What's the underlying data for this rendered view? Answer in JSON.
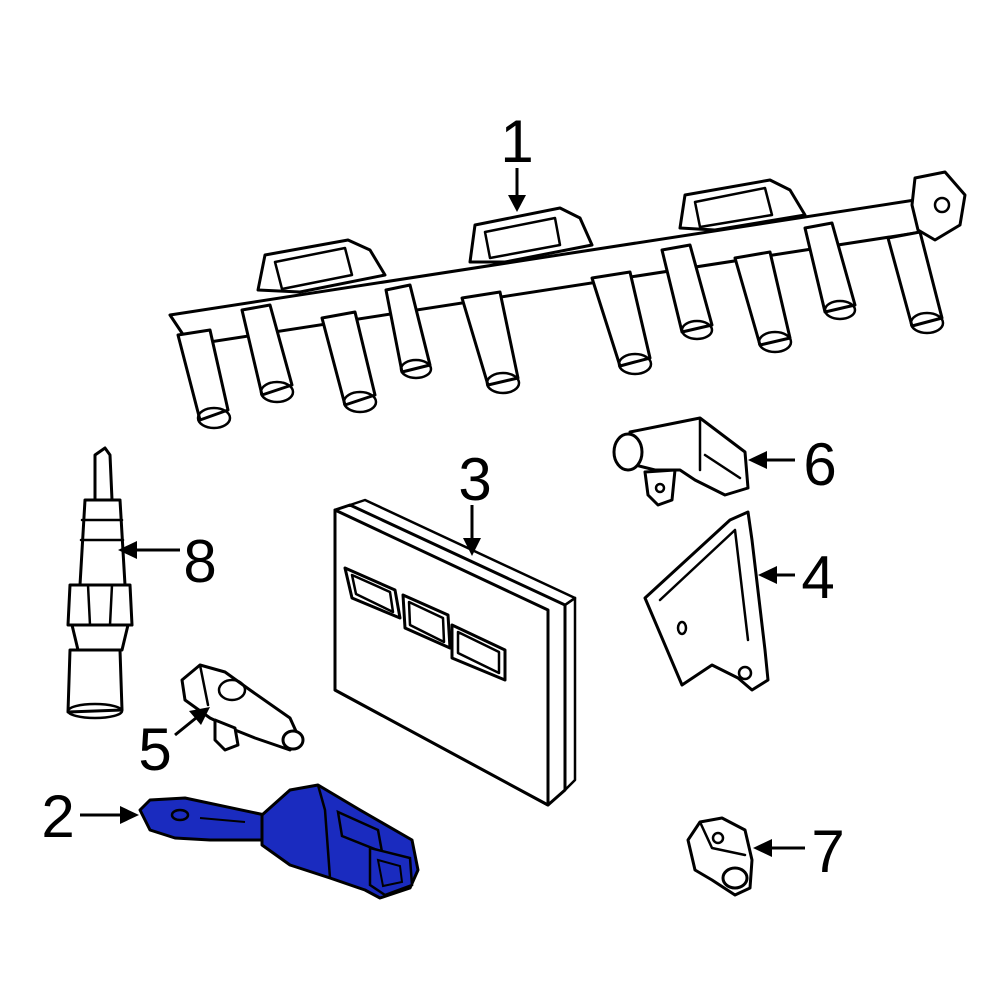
{
  "diagram": {
    "colors": {
      "line": "#000000",
      "background": "#ffffff",
      "highlight": "#1a2bbf"
    },
    "callouts": [
      {
        "id": "1",
        "label": "1"
      },
      {
        "id": "2",
        "label": "2"
      },
      {
        "id": "3",
        "label": "3"
      },
      {
        "id": "4",
        "label": "4"
      },
      {
        "id": "5",
        "label": "5"
      },
      {
        "id": "6",
        "label": "6"
      },
      {
        "id": "7",
        "label": "7"
      },
      {
        "id": "8",
        "label": "8"
      }
    ],
    "highlighted_part": "2"
  }
}
